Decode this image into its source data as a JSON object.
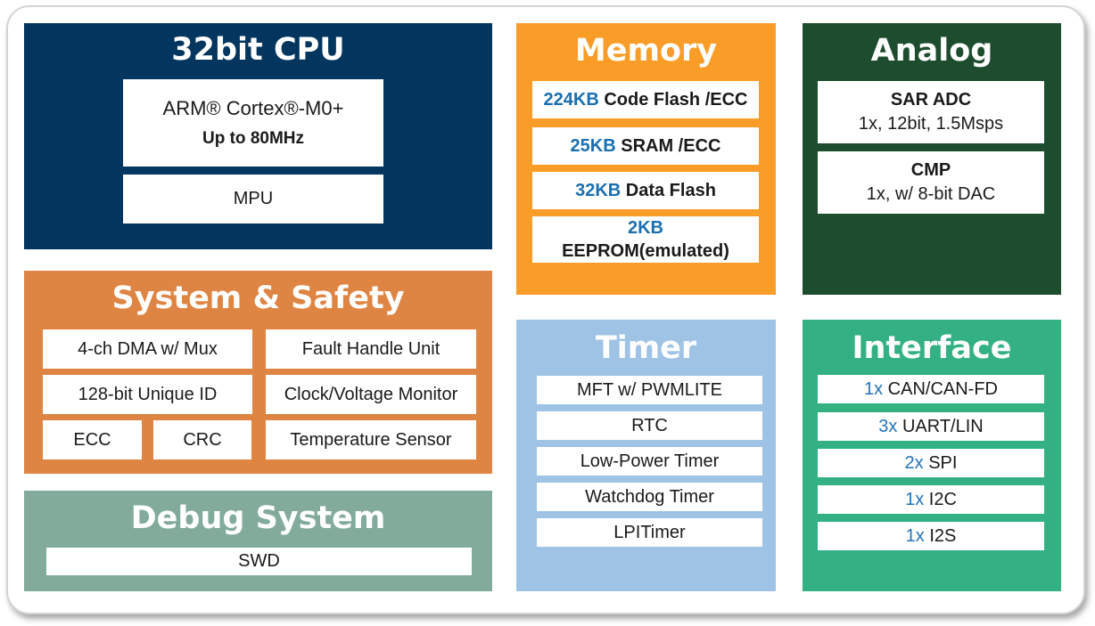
{
  "cpu": {
    "title": "32bit CPU",
    "core": "ARM® Cortex®-M0+",
    "freq": "Up to 80MHz",
    "mpu": "MPU",
    "color": "#03365f"
  },
  "memory": {
    "title": "Memory",
    "color": "#f99d28",
    "items": [
      {
        "size": "224KB",
        "label": " Code Flash /ECC"
      },
      {
        "size": "25KB",
        "label": " SRAM /ECC"
      },
      {
        "size": "32KB",
        "label": " Data Flash"
      },
      {
        "size": "2KB",
        "label": "EEPROM(emulated)"
      }
    ]
  },
  "analog": {
    "title": "Analog",
    "color": "#1d4d2e",
    "items": [
      {
        "name": "SAR ADC",
        "desc": "1x, 12bit, 1.5Msps"
      },
      {
        "name": "CMP",
        "desc": "1x, w/ 8-bit DAC"
      }
    ]
  },
  "system": {
    "title": "System & Safety",
    "color": "#de8544",
    "items": [
      "4-ch DMA w/ Mux",
      "Fault Handle Unit",
      "128-bit Unique ID",
      "Clock/Voltage Monitor",
      "ECC",
      "CRC",
      "Temperature Sensor"
    ]
  },
  "timer": {
    "title": "Timer",
    "color": "#9ec3e5",
    "items": [
      "MFT w/ PWMLITE",
      "RTC",
      "Low-Power Timer",
      "Watchdog Timer",
      "LPITimer"
    ]
  },
  "interface": {
    "title": "Interface",
    "color": "#33b183",
    "items": [
      {
        "count": "1x",
        "label": " CAN/CAN-FD"
      },
      {
        "count": "3x",
        "label": " UART/LIN"
      },
      {
        "count": "2x",
        "label": " SPI"
      },
      {
        "count": "1x",
        "label": " I2C"
      },
      {
        "count": "1x",
        "label": " I2S"
      }
    ]
  },
  "debug": {
    "title": "Debug System",
    "color": "#82ab9b",
    "items": [
      "SWD"
    ]
  }
}
